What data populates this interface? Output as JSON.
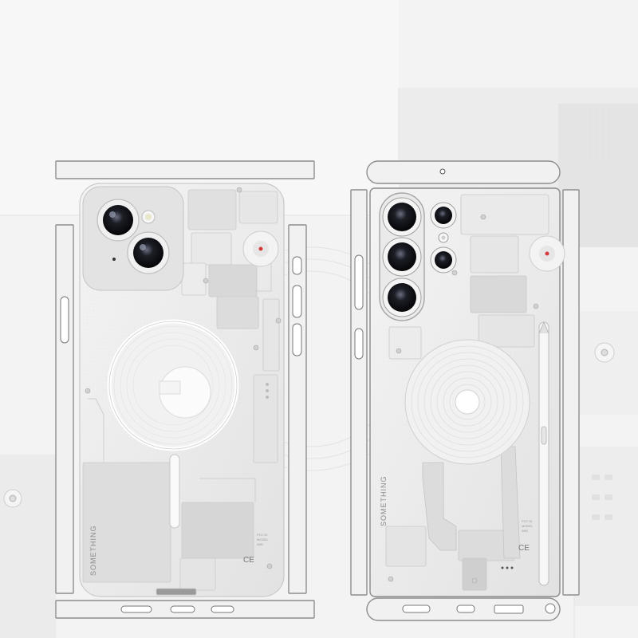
{
  "scene": {
    "description_kind": "product-photo",
    "background_color": "#f2f2f2",
    "panel_color": "#e9e9e9",
    "skin_color": "#ededed",
    "accent_red": "#d43a3a"
  },
  "left_phone": {
    "brand_text": "SOMETHING",
    "ce_mark": "CE",
    "label_lines": [
      "FCC ID",
      "MODEL",
      "IMEI"
    ]
  },
  "right_phone": {
    "brand_text": "SOMETHING",
    "ce_mark": "CE",
    "label_lines": [
      "FCC ID",
      "MODEL",
      "IMEI"
    ]
  }
}
